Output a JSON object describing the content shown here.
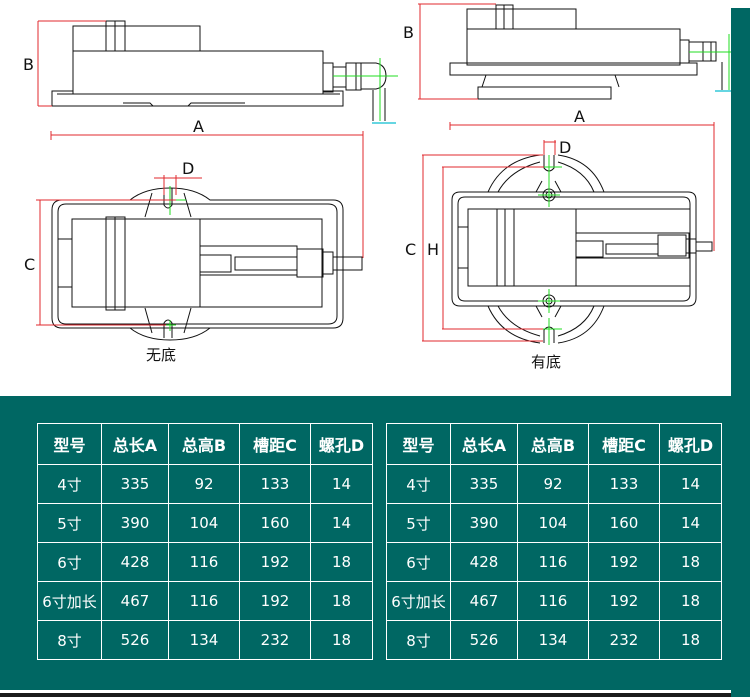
{
  "drawing": {
    "labels": {
      "left_side_B": "B",
      "left_side_A": "A",
      "left_top_C": "C",
      "left_top_D": "D",
      "left_caption": "无底",
      "right_side_B": "B",
      "right_side_A": "A",
      "right_top_C": "C",
      "right_top_H": "H",
      "right_top_D": "D",
      "right_caption": "有底"
    },
    "colors": {
      "dimension": "#e0282e",
      "centerline": "#22dd22",
      "ground": "#33c8d8",
      "outline": "#111111"
    }
  },
  "theme": {
    "panel": "#006763",
    "table_border": "#ffffff"
  },
  "tables": [
    {
      "name": "无底",
      "headers": [
        "型号",
        "总长A",
        "总高B",
        "槽距C",
        "螺孔D"
      ],
      "rows": [
        [
          "4寸",
          "335",
          "92",
          "133",
          "14"
        ],
        [
          "5寸",
          "390",
          "104",
          "160",
          "14"
        ],
        [
          "6寸",
          "428",
          "116",
          "192",
          "18"
        ],
        [
          "6寸加长",
          "467",
          "116",
          "192",
          "18"
        ],
        [
          "8寸",
          "526",
          "134",
          "232",
          "18"
        ]
      ]
    },
    {
      "name": "有底",
      "headers": [
        "型号",
        "总长A",
        "总高B",
        "槽距C",
        "螺孔D"
      ],
      "rows": [
        [
          "4寸",
          "335",
          "92",
          "133",
          "14"
        ],
        [
          "5寸",
          "390",
          "104",
          "160",
          "14"
        ],
        [
          "6寸",
          "428",
          "116",
          "192",
          "18"
        ],
        [
          "6寸加长",
          "467",
          "116",
          "192",
          "18"
        ],
        [
          "8寸",
          "526",
          "134",
          "232",
          "18"
        ]
      ]
    }
  ]
}
